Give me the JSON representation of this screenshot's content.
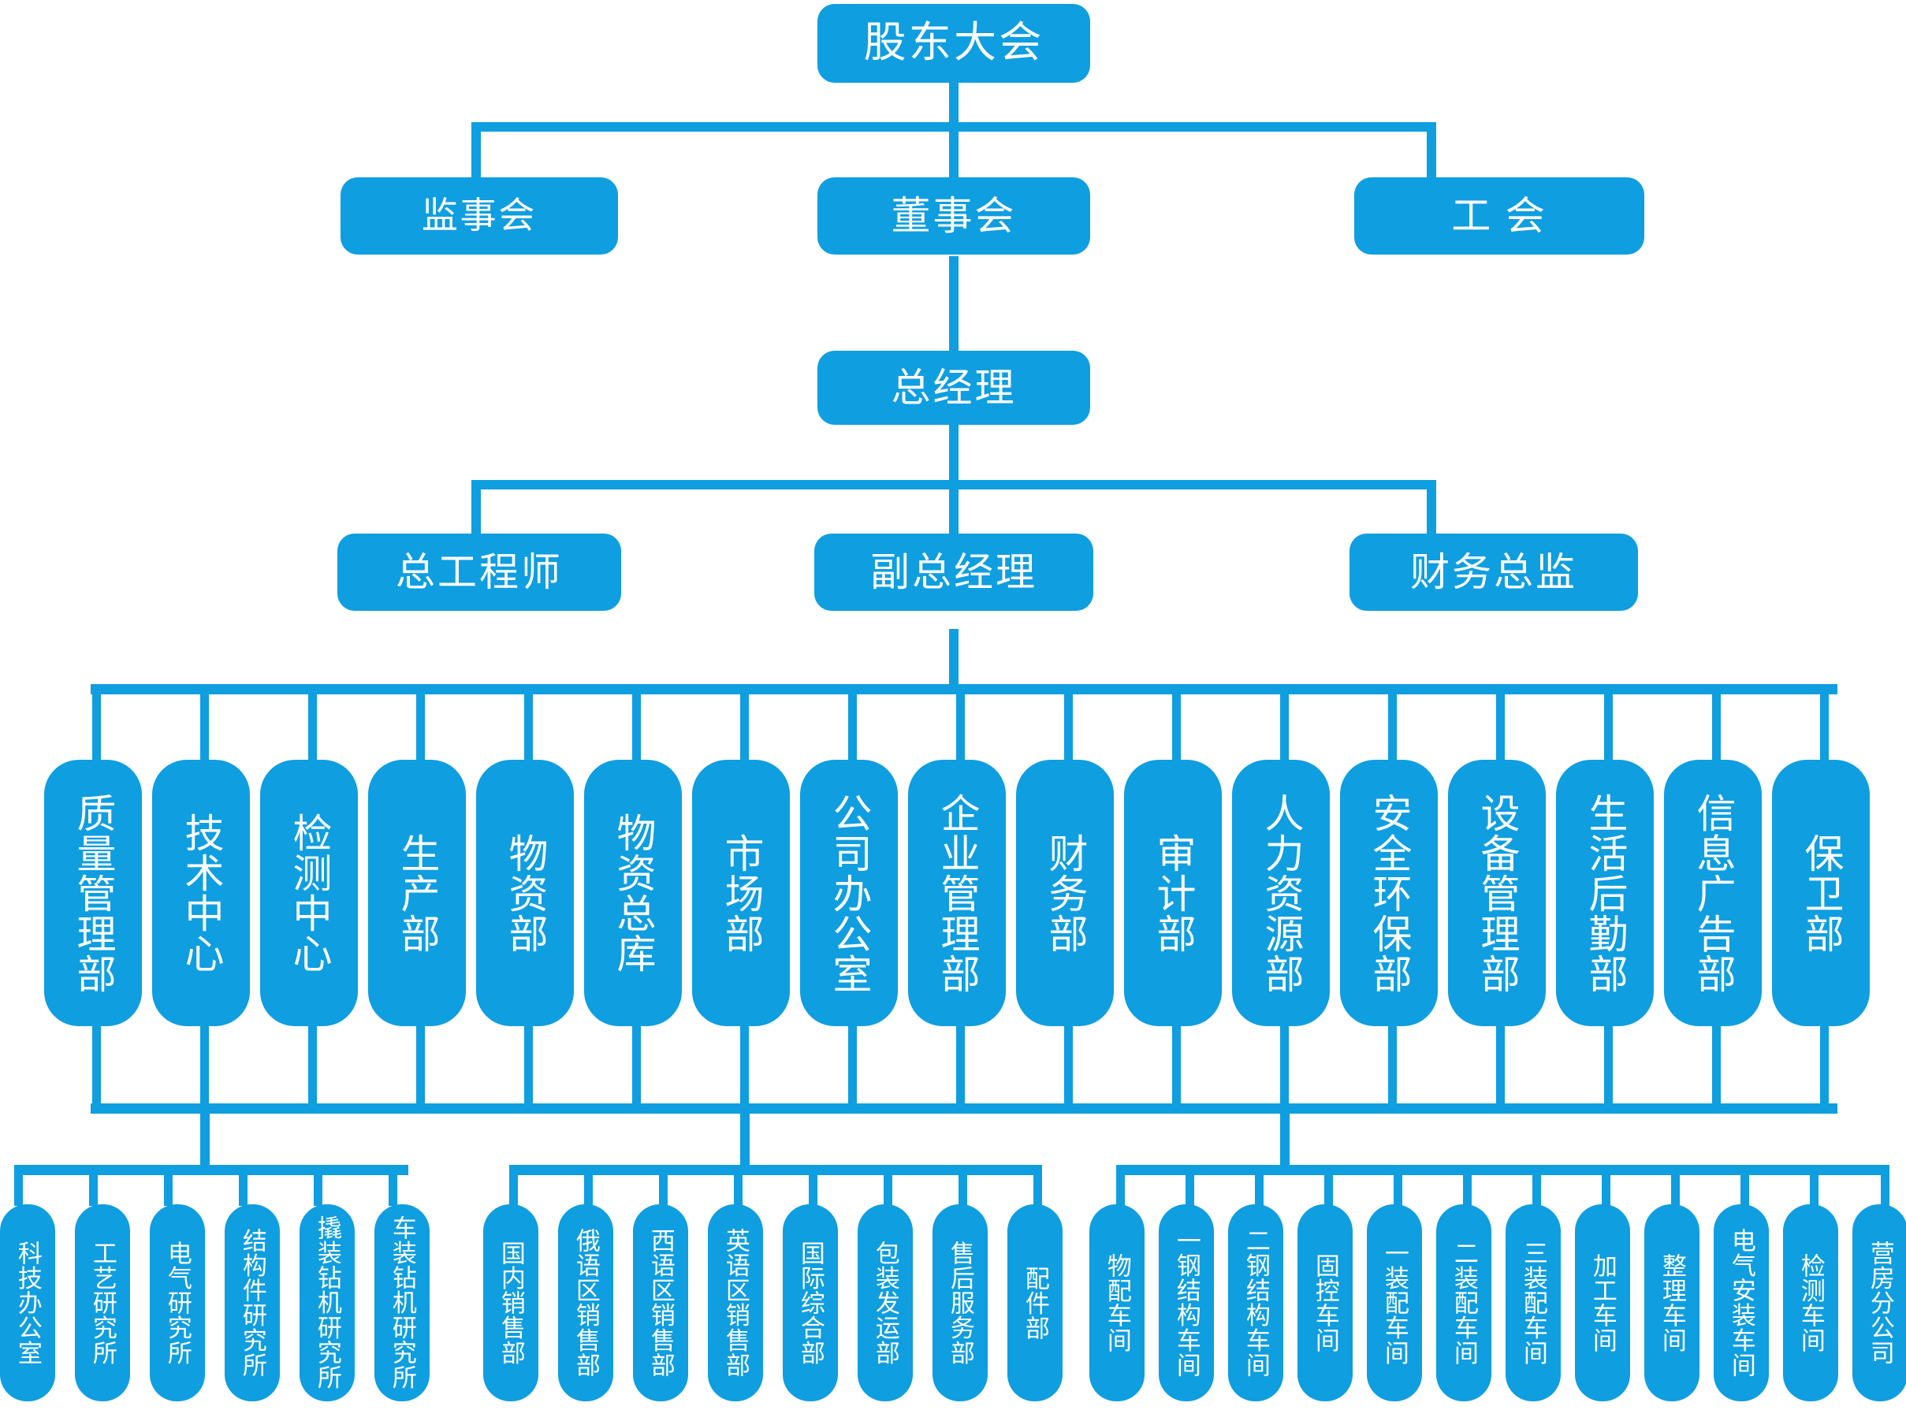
{
  "meta": {
    "title": "公司组织机构图",
    "accent_color": "#0f9ee0",
    "text_color": "#ffffff",
    "background_color": "#ffffff"
  },
  "levels": {
    "level1": {
      "label": "股东大会"
    },
    "level2": [
      {
        "label": "监事会"
      },
      {
        "label": "董事会"
      },
      {
        "label": "工 会"
      }
    ],
    "level3": {
      "label": "总经理"
    },
    "level4": [
      {
        "label": "总工程师"
      },
      {
        "label": "副总经理"
      },
      {
        "label": "财务总监"
      }
    ],
    "departments": [
      {
        "label": "质量管理部"
      },
      {
        "label": "技术中心"
      },
      {
        "label": "检测中心"
      },
      {
        "label": "生产部"
      },
      {
        "label": "物资部"
      },
      {
        "label": "物资总库"
      },
      {
        "label": "市场部"
      },
      {
        "label": "公司办公室"
      },
      {
        "label": "企业管理部"
      },
      {
        "label": "财务部"
      },
      {
        "label": "审计部"
      },
      {
        "label": "人力资源部"
      },
      {
        "label": "安全环保部"
      },
      {
        "label": "设备管理部"
      },
      {
        "label": "生活后勤部"
      },
      {
        "label": "信息广告部"
      },
      {
        "label": "保卫部"
      }
    ],
    "group_research": [
      {
        "label": "科技办公室"
      },
      {
        "label": "工艺研究所"
      },
      {
        "label": "电气研究所"
      },
      {
        "label": "结构件研究所"
      },
      {
        "label": "撬装钻机研究所"
      },
      {
        "label": "车装钻机研究所"
      }
    ],
    "group_sales": [
      {
        "label": "国内销售部"
      },
      {
        "label": "俄语区销售部"
      },
      {
        "label": "西语区销售部"
      },
      {
        "label": "英语区销售部"
      },
      {
        "label": "国际综合部"
      },
      {
        "label": "包装发运部"
      },
      {
        "label": "售后服务部"
      },
      {
        "label": "配件部"
      }
    ],
    "group_workshops": [
      {
        "label": "物配车间"
      },
      {
        "label": "一钢结构车间"
      },
      {
        "label": "二钢结构车间"
      },
      {
        "label": "固控车间"
      },
      {
        "label": "一装配车间"
      },
      {
        "label": "二装配车间"
      },
      {
        "label": "三装配车间"
      },
      {
        "label": "加工车间"
      },
      {
        "label": "整理车间"
      },
      {
        "label": "电气安装车间"
      },
      {
        "label": "检测车间"
      },
      {
        "label": "营房分公司"
      }
    ]
  }
}
